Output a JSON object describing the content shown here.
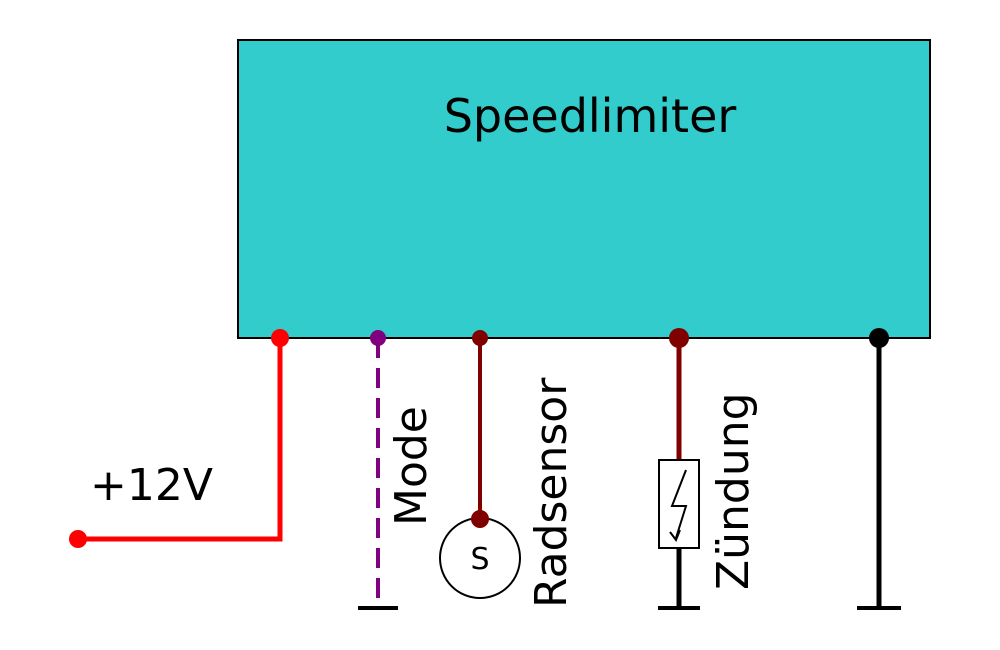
{
  "title": "Speedlimiter",
  "labels": {
    "supply": "+12V",
    "mode": "Mode",
    "wheel_sensor": "Radsensor",
    "ignition": "Zündung",
    "sensor_symbol": "S"
  },
  "colors": {
    "box_fill": "#33CCCC",
    "supply_wire": "#FF0000",
    "mode_wire": "#800080",
    "sensor_wire": "#800000",
    "ignition_wire": "#800000",
    "ground_wire": "#000000"
  }
}
